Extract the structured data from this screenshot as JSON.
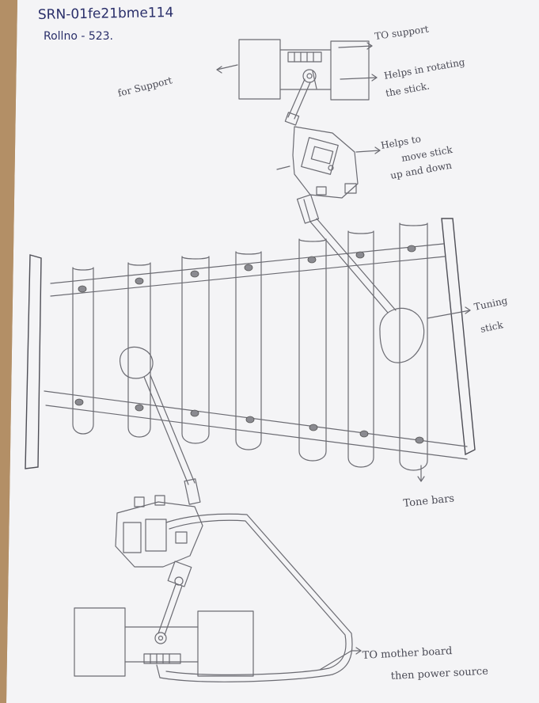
{
  "header": {
    "line1": "SRN-01fe21bme114",
    "line2": "Rollno - 523."
  },
  "labels": {
    "for_support_left": "for Support",
    "to_support": "TO support",
    "helps_rotating_1": "Helps in rotating",
    "helps_rotating_2": "the stick.",
    "helps_move_1": "Helps to",
    "helps_move_2": "move stick",
    "helps_move_3": "up and down",
    "tuning_1": "Tuning",
    "tuning_2": "stick",
    "tone_bars": "Tone bars",
    "mother_1": "TO mother board",
    "mother_2": "then power source"
  },
  "colors": {
    "paper": "#f5f5f7",
    "pencil": "#6b6b72",
    "ink": "#2a2f6a",
    "table": "#b89a74"
  }
}
